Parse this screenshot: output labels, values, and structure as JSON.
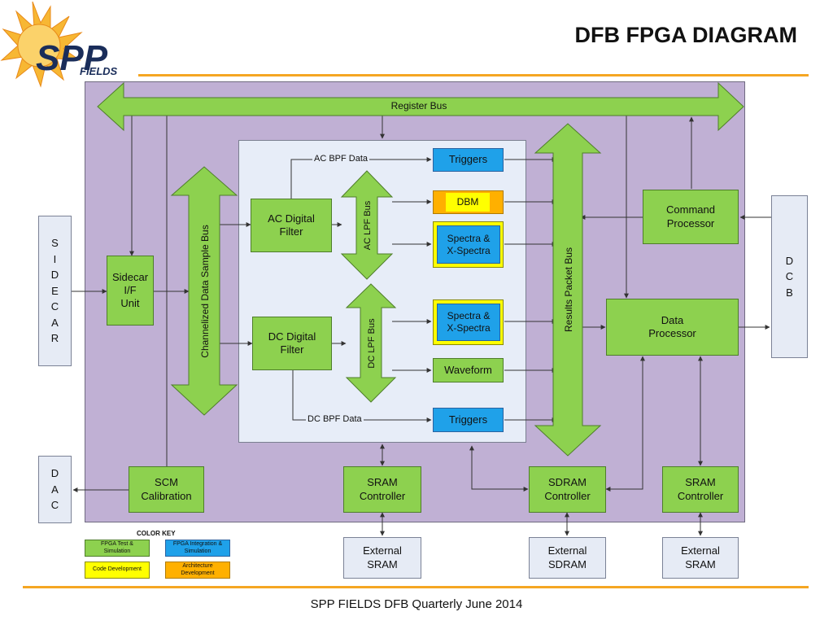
{
  "header": {
    "title": "DFB FPGA DIAGRAM"
  },
  "logo": {
    "text": "SPP",
    "subtext": "FIELDS"
  },
  "diagram": {
    "register_bus": "Register Bus",
    "channelized_bus": "Channelized Data Sample Bus",
    "results_bus": "Results Packet Bus",
    "ac_lpf_bus": "AC LPF Bus",
    "dc_lpf_bus": "DC LPF Bus",
    "ac_bpf_label": "AC BPF Data",
    "dc_bpf_label": "DC BPF Data",
    "sidecar_ext": "S\nI\nD\nE\nC\nA\nR",
    "dcb_ext": "D\nC\nB",
    "dac_ext": "D\nA\nC",
    "sidecar_if": "Sidecar\nI/F\nUnit",
    "scm_cal": "SCM\nCalibration",
    "ac_filter": "AC Digital\nFilter",
    "dc_filter": "DC Digital\nFilter",
    "triggers_ac": "Triggers",
    "dbm": "DBM",
    "spectra_ac": "Spectra &\nX-Spectra",
    "spectra_dc": "Spectra &\nX-Spectra",
    "waveform": "Waveform",
    "triggers_dc": "Triggers",
    "command_proc": "Command\nProcessor",
    "data_proc": "Data\nProcessor",
    "sram_ctrl_1": "SRAM\nController",
    "sdram_ctrl": "SDRAM\nController",
    "sram_ctrl_2": "SRAM\nController",
    "ext_sram_1": "External\nSRAM",
    "ext_sdram": "External\nSDRAM",
    "ext_sram_2": "External\nSRAM"
  },
  "color_key": {
    "title": "COLOR KEY",
    "items": [
      {
        "label": "FPGA Test &\nSimulation",
        "color": "#8dd14f"
      },
      {
        "label": "FPGA Integration &\nSimulation",
        "color": "#1fa1e9"
      },
      {
        "label": "Code Development",
        "color": "#ffff00"
      },
      {
        "label": "Architecture\nDevelopment",
        "color": "#ffb000"
      }
    ]
  },
  "colors": {
    "green": "#8dd14f",
    "blue": "#1fa1e9",
    "yellow": "#ffff00",
    "orange": "#ffb000",
    "purple_bg": "#c0b0d4",
    "accent_rule": "#f5a623"
  },
  "footer": {
    "text": "SPP FIELDS DFB Quarterly June 2014"
  }
}
